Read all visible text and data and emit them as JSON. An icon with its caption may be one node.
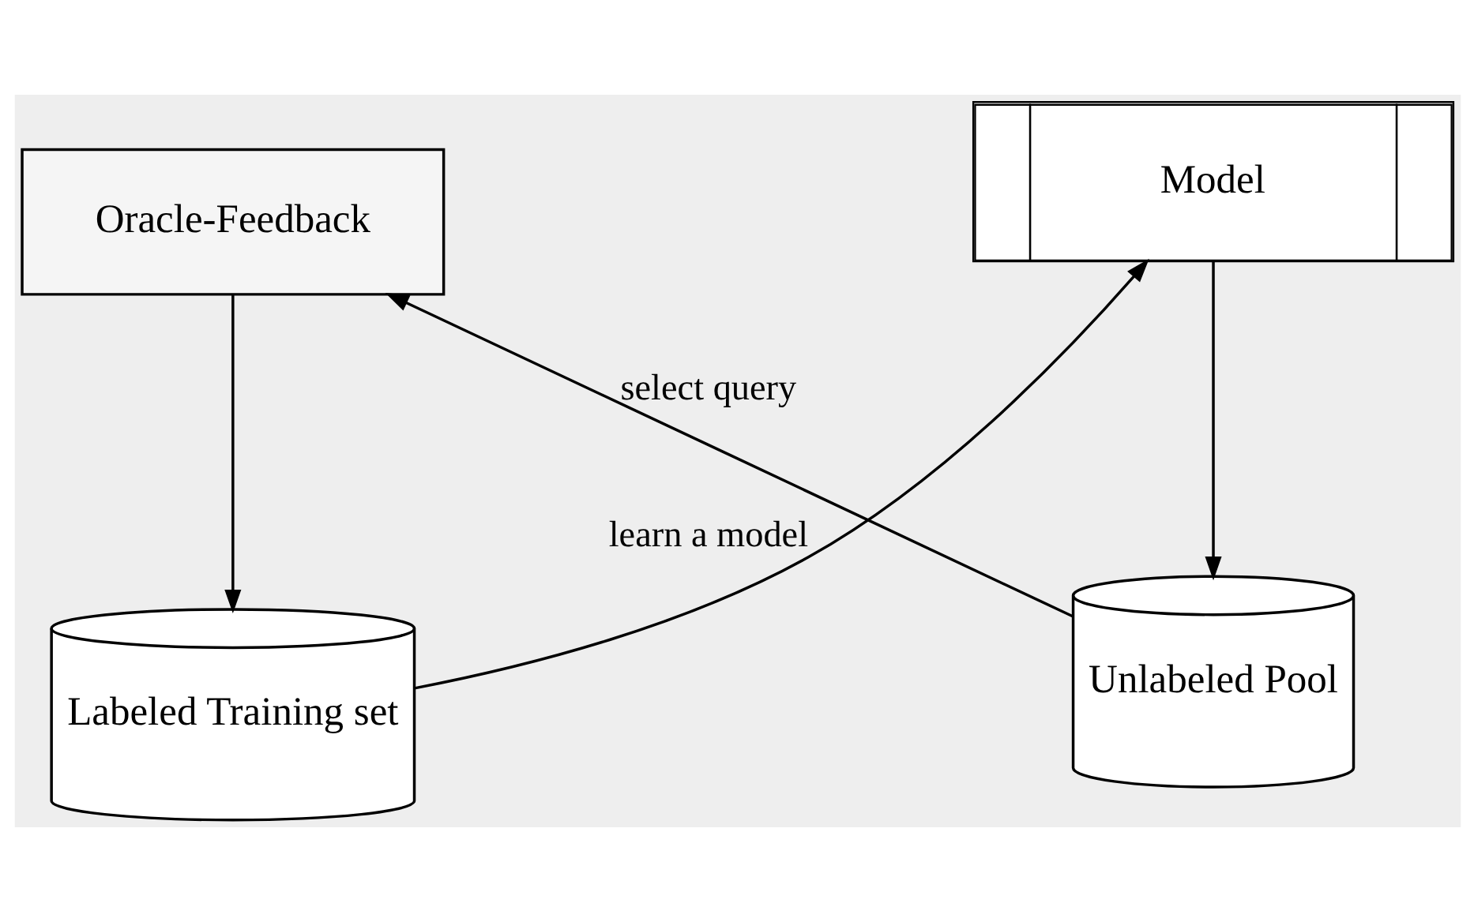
{
  "diagram": {
    "nodes": [
      {
        "text": [
          "Labeled Training set"
        ]
      },
      {
        "text": [
          "Model"
        ]
      },
      {
        "text": [
          "Unlabeled Pool"
        ]
      },
      {
        "text": [
          "Oracle-Feedback"
        ]
      }
    ],
    "edges": [
      {
        "from": 0,
        "to": 1,
        "arrow": "to",
        "label": "learn a model"
      },
      {
        "from": 1,
        "to": 2,
        "arrow": "to"
      },
      {
        "from": 2,
        "to": 3,
        "arrow": "to",
        "label": "select query"
      },
      {
        "from": 3,
        "to": 0,
        "arrow": "to"
      }
    ]
  }
}
